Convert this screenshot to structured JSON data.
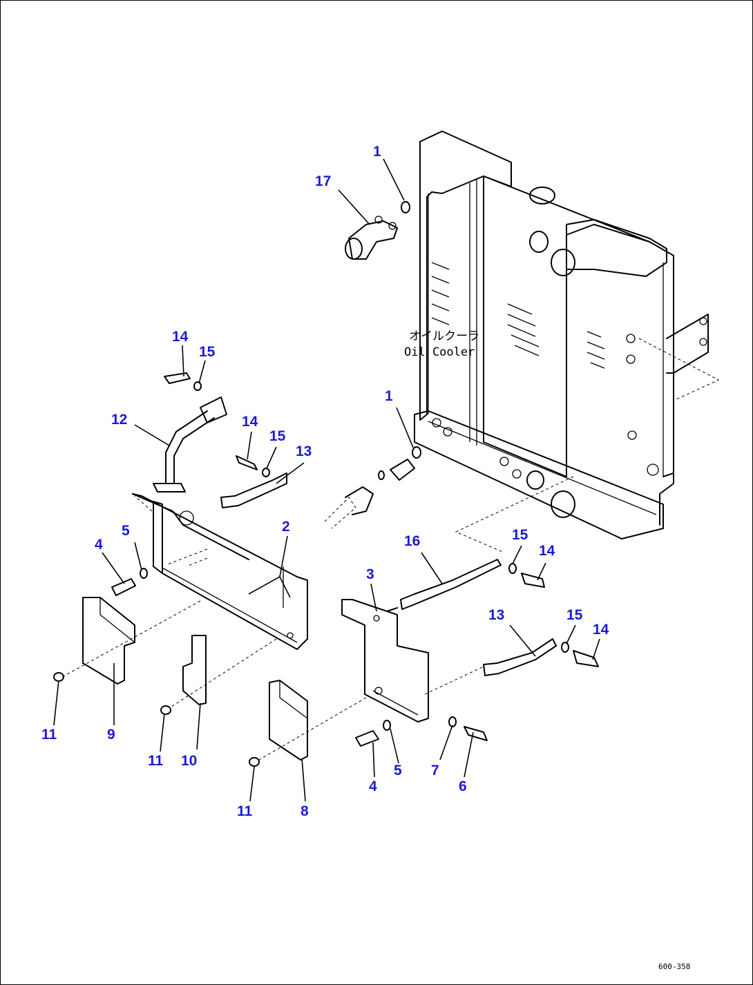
{
  "diagram": {
    "label_japanese": "オイルクーラ",
    "label_english": "Oil Cooler",
    "drawing_code": "600-358",
    "callout_color": "#1a1ad6",
    "callouts": [
      {
        "id": "c1a",
        "text": "1"
      },
      {
        "id": "c17",
        "text": "17"
      },
      {
        "id": "c14a",
        "text": "14"
      },
      {
        "id": "c15a",
        "text": "15"
      },
      {
        "id": "c12",
        "text": "12"
      },
      {
        "id": "c1b",
        "text": "1"
      },
      {
        "id": "c14b",
        "text": "14"
      },
      {
        "id": "c15b",
        "text": "15"
      },
      {
        "id": "c13a",
        "text": "13"
      },
      {
        "id": "c2",
        "text": "2"
      },
      {
        "id": "c5a",
        "text": "5"
      },
      {
        "id": "c4a",
        "text": "4"
      },
      {
        "id": "c15c",
        "text": "15"
      },
      {
        "id": "c16",
        "text": "16"
      },
      {
        "id": "c14c",
        "text": "14"
      },
      {
        "id": "c3",
        "text": "3"
      },
      {
        "id": "c13b",
        "text": "13"
      },
      {
        "id": "c15d",
        "text": "15"
      },
      {
        "id": "c14d",
        "text": "14"
      },
      {
        "id": "c11a",
        "text": "11"
      },
      {
        "id": "c9",
        "text": "9"
      },
      {
        "id": "c11b",
        "text": "11"
      },
      {
        "id": "c10",
        "text": "10"
      },
      {
        "id": "c11c",
        "text": "11"
      },
      {
        "id": "c8",
        "text": "8"
      },
      {
        "id": "c4b",
        "text": "4"
      },
      {
        "id": "c5b",
        "text": "5"
      },
      {
        "id": "c7",
        "text": "7"
      },
      {
        "id": "c6",
        "text": "6"
      }
    ]
  }
}
